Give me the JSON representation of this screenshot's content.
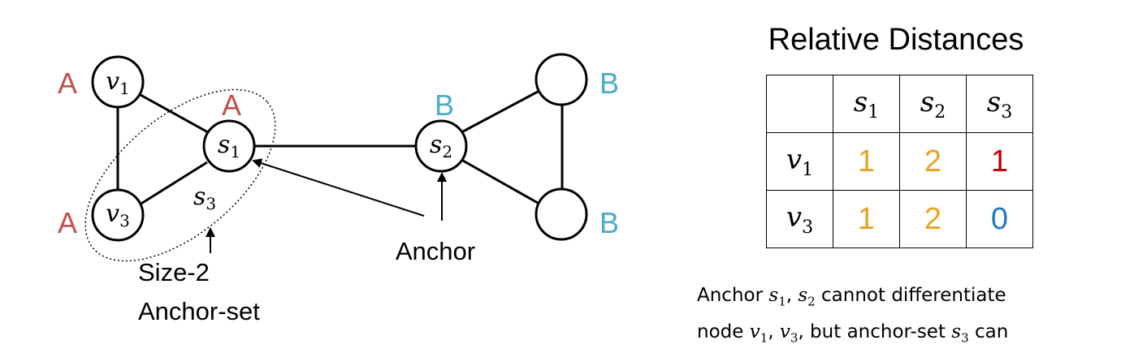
{
  "graph": {
    "nodes": {
      "v1": {
        "var": "v",
        "sub": "1",
        "label": "A"
      },
      "v3": {
        "var": "v",
        "sub": "3",
        "label": "A"
      },
      "s1": {
        "var": "s",
        "sub": "1",
        "label": "A"
      },
      "s2": {
        "var": "s",
        "sub": "2",
        "label": "B"
      },
      "b_top": {
        "label": "B"
      },
      "b_bottom": {
        "label": "B"
      }
    },
    "anchor_set": {
      "var": "s",
      "sub": "3",
      "caption_line1": "Size-2",
      "caption_line2": "Anchor-set"
    },
    "anchor_label": "Anchor",
    "colors": {
      "label_A": "#c0504d",
      "label_B": "#4bacc6"
    }
  },
  "table": {
    "title": "Relative Distances",
    "col_headers": [
      {
        "var": "s",
        "sub": "1"
      },
      {
        "var": "s",
        "sub": "2"
      },
      {
        "var": "s",
        "sub": "3"
      }
    ],
    "rows": [
      {
        "header": {
          "var": "v",
          "sub": "1"
        },
        "values": [
          "1",
          "2",
          "1"
        ]
      },
      {
        "header": {
          "var": "v",
          "sub": "3"
        },
        "values": [
          "1",
          "2",
          "0"
        ]
      }
    ],
    "value_colors": {
      "1-s1": "#e8a322",
      "2-s2": "#e8a322",
      "1-s3-v1": "#c00000",
      "0-s3-v3": "#1f77c4"
    }
  },
  "caption": {
    "line1_prefix": "Anchor ",
    "line1_s1": {
      "var": "s",
      "sub": "1"
    },
    "line1_comma": ", ",
    "line1_s2": {
      "var": "s",
      "sub": "2"
    },
    "line1_suffix": " cannot differentiate",
    "line2_prefix": "node ",
    "line2_v1": {
      "var": "v",
      "sub": "1"
    },
    "line2_comma": ", ",
    "line2_v3": {
      "var": "v",
      "sub": "3"
    },
    "line2_mid": ", but anchor-set ",
    "line2_s3": {
      "var": "s",
      "sub": "3"
    },
    "line2_suffix": " can"
  }
}
